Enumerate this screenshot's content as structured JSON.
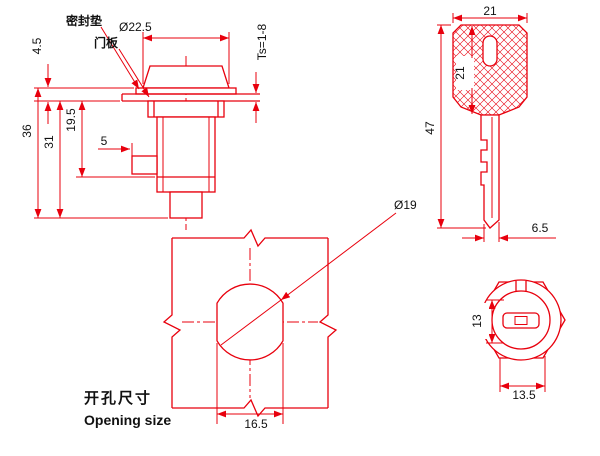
{
  "colors": {
    "line_red": "#e8000d",
    "text_dark": "#111111"
  },
  "side_view": {
    "label_gasket": "密封垫",
    "label_door_panel": "门板",
    "dim_head_diameter": "Ø22.5",
    "dim_gasket_thickness": "4.5",
    "dim_panel_thickness_range": "Ts=1-8",
    "dim_overall_height": "36",
    "dim_under_panel_height": "31",
    "dim_thread_length": "19.5",
    "dim_cam_offset": "5"
  },
  "key_view": {
    "dim_head_width": "21",
    "dim_head_height": "21",
    "dim_overall_length": "47",
    "dim_tip_width": "6.5"
  },
  "opening_view": {
    "dim_hole_diameter": "Ø19",
    "dim_across_flats": "16.5",
    "caption_cn": "开孔尺寸",
    "caption_en": "Opening size"
  },
  "face_view": {
    "dim_slot_height": "13",
    "dim_face_width": "13.5"
  }
}
